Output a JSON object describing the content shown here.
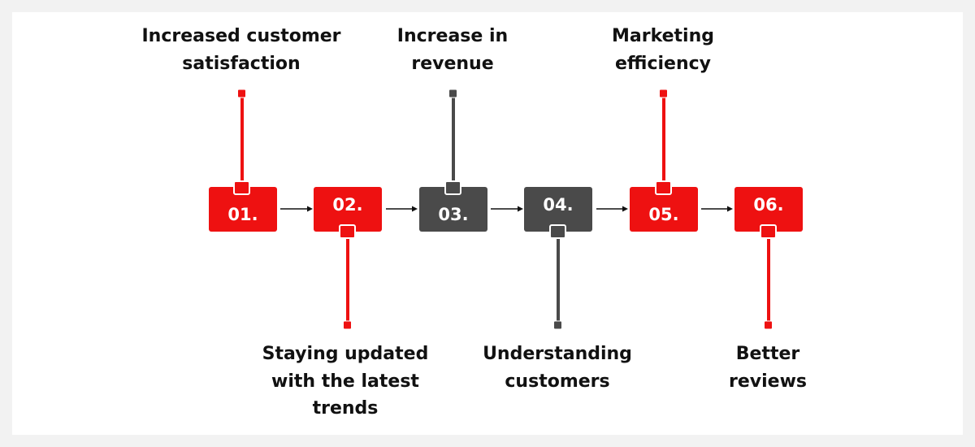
{
  "steps": [
    {
      "number": "01.",
      "label_lines": [
        "Increased customer",
        "satisfaction"
      ],
      "position": "top",
      "color": "#ee1111"
    },
    {
      "number": "02.",
      "label_lines": [
        "Staying updated",
        "with the latest",
        "trends"
      ],
      "position": "bottom",
      "color": "#ee1111"
    },
    {
      "number": "03.",
      "label_lines": [
        "Increase in",
        "revenue"
      ],
      "position": "top",
      "color": "#4a4a4a"
    },
    {
      "number": "04.",
      "label_lines": [
        "Understanding",
        "customers"
      ],
      "position": "bottom",
      "color": "#4a4a4a"
    },
    {
      "number": "05.",
      "label_lines": [
        "Marketing",
        "efficiency"
      ],
      "position": "top",
      "color": "#ee1111"
    },
    {
      "number": "06.",
      "label_lines": [
        "Better",
        "reviews"
      ],
      "position": "bottom",
      "color": "#ee1111"
    }
  ],
  "colors": {
    "accent": "#ee1111",
    "dark": "#4a4a4a",
    "text": "#111111",
    "background": "#f2f2f2",
    "panel": "#ffffff"
  }
}
